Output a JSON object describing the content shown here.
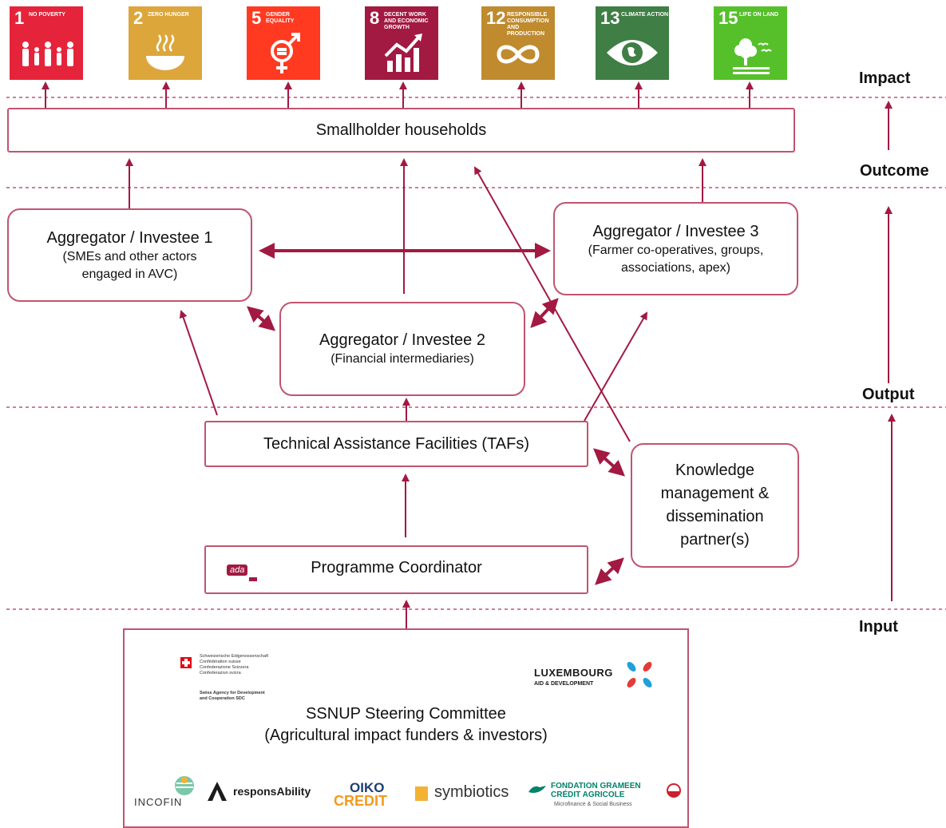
{
  "sdgs": [
    {
      "num": "1",
      "label": "No Poverty",
      "color": "#e5243b",
      "icon": "family-icon"
    },
    {
      "num": "2",
      "label": "Zero Hunger",
      "color": "#dda63a",
      "icon": "bowl-icon"
    },
    {
      "num": "5",
      "label": "Gender Equality",
      "color": "#ff3a21",
      "icon": "gender-icon"
    },
    {
      "num": "8",
      "label": "Decent Work and Economic Growth",
      "color": "#a21942",
      "icon": "growth-chart-icon"
    },
    {
      "num": "12",
      "label": "Responsible Consumption and Production",
      "color": "#bf8b2e",
      "icon": "infinity-icon"
    },
    {
      "num": "13",
      "label": "Climate Action",
      "color": "#3f7e44",
      "icon": "eye-globe-icon"
    },
    {
      "num": "15",
      "label": "Life on Land",
      "color": "#56c02b",
      "icon": "tree-icon"
    }
  ],
  "levels": {
    "impact": "Impact",
    "outcome": "Outcome",
    "output": "Output",
    "input": "Input"
  },
  "boxes": {
    "smallholder": "Smallholder households",
    "inv1_title": "Aggregator / Investee 1",
    "inv1_sub": "(SMEs and other actors engaged in AVC)",
    "inv2_title": "Aggregator / Investee 2",
    "inv2_sub": "(Financial intermediaries)",
    "inv3_title": "Aggregator / Investee 3",
    "inv3_sub": "(Farmer co-operatives, groups, associations, apex)",
    "tafs": "Technical Assistance Facilities (TAFs)",
    "knowledge": "Knowledge management & dissemination partner(s)",
    "coordinator": "Programme Coordinator",
    "coordinator_logo": "ada",
    "steering_title": "SSNUP Steering Committee",
    "steering_sub": "(Agricultural impact funders & investors)"
  },
  "logos": {
    "swiss_lines": [
      "Schweizerische Eidgenossenschaft",
      "Confédération suisse",
      "Confederazione Svizzera",
      "Confederaziun svizra"
    ],
    "swiss_sdc": [
      "Swiss Agency for Development",
      "and Cooperation SDC"
    ],
    "lux_main": "LUXEMBOURG",
    "lux_sub": "AID & DEVELOPMENT",
    "incofin": "INCOFIN",
    "responsability": "responsAbility",
    "oiko_top": "OIKO",
    "oiko_bottom": "CREDIT",
    "symbiotics": "symbiotics",
    "grameen_1": "FONDATION GRAMEEN",
    "grameen_2": "CRÉDIT AGRICOLE",
    "grameen_3": "Microfinance & Social Business"
  },
  "colors": {
    "accent": "#a21942",
    "box_border": "#c05470"
  }
}
